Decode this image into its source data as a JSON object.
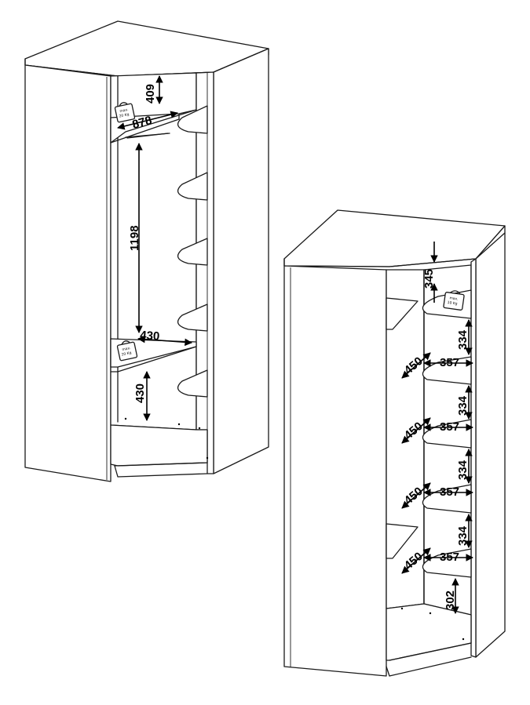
{
  "left_wardrobe": {
    "dimensions": {
      "top_gap": "409",
      "shelf_width": "878",
      "hanging_height": "1198",
      "lower_shelf_width": "430",
      "bottom_gap": "430"
    },
    "weight_labels": {
      "upper_line1": "max.",
      "upper_line2": "20 Kg",
      "lower_line1": "max.",
      "lower_line2": "20 Kg"
    }
  },
  "right_wardrobe": {
    "dimensions": {
      "top_gap": "345",
      "shelf_gap_1": "334",
      "shelf_gap_2": "334",
      "shelf_gap_3": "334",
      "shelf_gap_4": "334",
      "bottom_gap": "302",
      "depth_1": "450",
      "depth_2": "450",
      "depth_3": "450",
      "depth_4": "450",
      "width_1": "357",
      "width_2": "357",
      "width_3": "357",
      "width_4": "357"
    },
    "weight_labels": {
      "top_line1": "max.",
      "top_line2": "10 Kg"
    }
  }
}
